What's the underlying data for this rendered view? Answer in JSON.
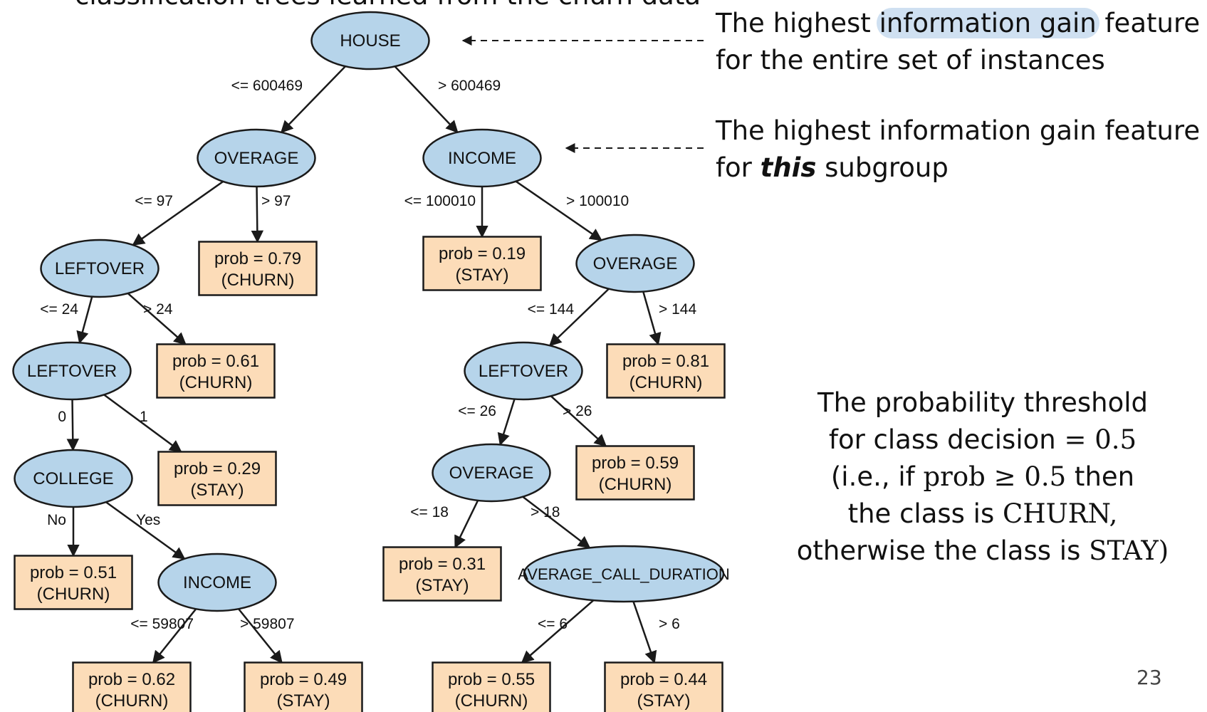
{
  "slide": {
    "title_fragment": "classification trees learned from the churn data",
    "page_number": "23"
  },
  "annotations": {
    "root_line1_pre": "The highest ",
    "root_line1_highlight": "information gain",
    "root_line1_post": " feature",
    "root_line2": "for the entire set of instances",
    "sub_line1": "The highest information gain feature",
    "sub_line2_pre": "for ",
    "sub_line2_em": "this",
    "sub_line2_post": " subgroup",
    "threshold_line1": "The probability threshold",
    "threshold_line2_pre": "for class decision ",
    "threshold_line2_expr": "= 0.5",
    "threshold_line3_pre": "(i.e., if ",
    "threshold_line3_expr": "prob ≥ 0.5",
    "threshold_line3_post": " then",
    "threshold_line4_pre": "the class is ",
    "threshold_line4_class": "CHURN,",
    "threshold_line5_pre": "otherwise the class is ",
    "threshold_line5_class": "STAY)"
  },
  "colors": {
    "node_fill": "#b6d4ea",
    "leaf_fill": "#fcdcb8",
    "stroke": "#1a1a1a",
    "highlight": "#cfe0f1"
  },
  "tree": {
    "nodes": [
      {
        "id": "n_house",
        "type": "split",
        "label": "HOUSE"
      },
      {
        "id": "n_overage1",
        "type": "split",
        "label": "OVERAGE"
      },
      {
        "id": "n_income1",
        "type": "split",
        "label": "INCOME"
      },
      {
        "id": "n_leftover1",
        "type": "split",
        "label": "LEFTOVER"
      },
      {
        "id": "l_079",
        "type": "leaf",
        "label": "prob = 0.79",
        "cls": "(CHURN)"
      },
      {
        "id": "l_019",
        "type": "leaf",
        "label": "prob = 0.19",
        "cls": "(STAY)"
      },
      {
        "id": "n_overage2",
        "type": "split",
        "label": "OVERAGE"
      },
      {
        "id": "n_leftover2",
        "type": "split",
        "label": "LEFTOVER"
      },
      {
        "id": "l_061",
        "type": "leaf",
        "label": "prob = 0.61",
        "cls": "(CHURN)"
      },
      {
        "id": "n_leftover3",
        "type": "split",
        "label": "LEFTOVER"
      },
      {
        "id": "l_081",
        "type": "leaf",
        "label": "prob = 0.81",
        "cls": "(CHURN)"
      },
      {
        "id": "n_college",
        "type": "split",
        "label": "COLLEGE"
      },
      {
        "id": "l_029",
        "type": "leaf",
        "label": "prob = 0.29",
        "cls": "(STAY)"
      },
      {
        "id": "n_overage3",
        "type": "split",
        "label": "OVERAGE"
      },
      {
        "id": "l_059",
        "type": "leaf",
        "label": "prob = 0.59",
        "cls": "(CHURN)"
      },
      {
        "id": "l_051",
        "type": "leaf",
        "label": "prob = 0.51",
        "cls": "(CHURN)"
      },
      {
        "id": "n_income2",
        "type": "split",
        "label": "INCOME"
      },
      {
        "id": "l_031",
        "type": "leaf",
        "label": "prob = 0.31",
        "cls": "(STAY)"
      },
      {
        "id": "n_acd",
        "type": "split",
        "label": "AVERAGE_CALL_DURATION"
      },
      {
        "id": "l_062",
        "type": "leaf",
        "label": "prob = 0.62",
        "cls": "(CHURN)"
      },
      {
        "id": "l_049",
        "type": "leaf",
        "label": "prob = 0.49",
        "cls": "(STAY)"
      },
      {
        "id": "l_055",
        "type": "leaf",
        "label": "prob = 0.55",
        "cls": "(CHURN)"
      },
      {
        "id": "l_044",
        "type": "leaf",
        "label": "prob = 0.44",
        "cls": "(STAY)"
      }
    ],
    "edges": [
      {
        "from": "n_house",
        "to": "n_overage1",
        "label": "<= 600469"
      },
      {
        "from": "n_house",
        "to": "n_income1",
        "label": "> 600469"
      },
      {
        "from": "n_overage1",
        "to": "n_leftover1",
        "label": "<= 97"
      },
      {
        "from": "n_overage1",
        "to": "l_079",
        "label": "> 97"
      },
      {
        "from": "n_income1",
        "to": "l_019",
        "label": "<= 100010"
      },
      {
        "from": "n_income1",
        "to": "n_overage2",
        "label": "> 100010"
      },
      {
        "from": "n_leftover1",
        "to": "n_leftover2",
        "label": "<= 24"
      },
      {
        "from": "n_leftover1",
        "to": "l_061",
        "label": "> 24"
      },
      {
        "from": "n_overage2",
        "to": "n_leftover3",
        "label": "<= 144"
      },
      {
        "from": "n_overage2",
        "to": "l_081",
        "label": "> 144"
      },
      {
        "from": "n_leftover2",
        "to": "n_college",
        "label": "0"
      },
      {
        "from": "n_leftover2",
        "to": "l_029",
        "label": "1"
      },
      {
        "from": "n_leftover3",
        "to": "n_overage3",
        "label": "<= 26"
      },
      {
        "from": "n_leftover3",
        "to": "l_059",
        "label": "> 26"
      },
      {
        "from": "n_college",
        "to": "l_051",
        "label": "No"
      },
      {
        "from": "n_college",
        "to": "n_income2",
        "label": "Yes"
      },
      {
        "from": "n_overage3",
        "to": "l_031",
        "label": "<= 18"
      },
      {
        "from": "n_overage3",
        "to": "n_acd",
        "label": "> 18"
      },
      {
        "from": "n_income2",
        "to": "l_062",
        "label": "<= 59807"
      },
      {
        "from": "n_income2",
        "to": "l_049",
        "label": "> 59807"
      },
      {
        "from": "n_acd",
        "to": "l_055",
        "label": "<= 6"
      },
      {
        "from": "n_acd",
        "to": "l_044",
        "label": "> 6"
      }
    ]
  }
}
